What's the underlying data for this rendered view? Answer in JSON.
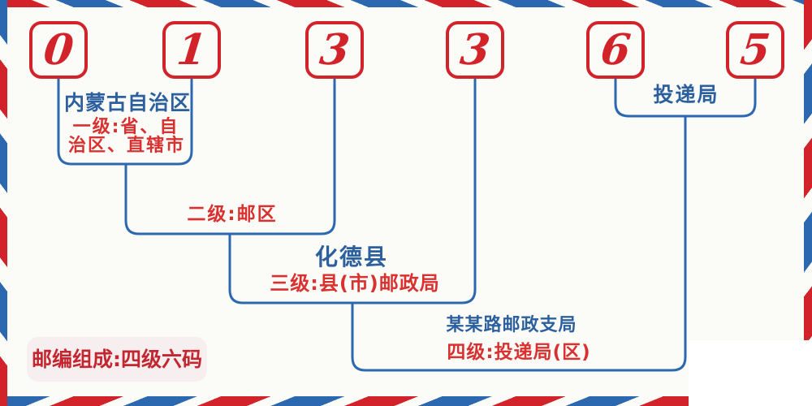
{
  "postal_code": {
    "value": "013365",
    "digits": [
      "0",
      "1",
      "3",
      "3",
      "6",
      "5"
    ]
  },
  "labels": {
    "level1": {
      "region": "内蒙古自治区",
      "desc_line1": "一级:省、自",
      "desc_line2": "治区、直辖市"
    },
    "level2": {
      "desc": "二级:邮区"
    },
    "level3": {
      "region": "化德县",
      "desc": "三级:县(市)邮政局"
    },
    "level4": {
      "delivery_office": "投递局",
      "branch": "某某路邮政支局",
      "desc": "四级:投递局(区)"
    }
  },
  "badge": {
    "text": "邮编组成:四级六码"
  },
  "colors": {
    "stripe_red": "#d2232a",
    "stripe_blue": "#2c68b0",
    "connector_blue": "#2c68b0",
    "digit_red": "#d2232a",
    "text_blue": "#2b5f9e",
    "text_red": "#d93030",
    "badge_background": "#f7eef0",
    "badge_text": "#c3262e",
    "background": "#fbfbf7"
  }
}
